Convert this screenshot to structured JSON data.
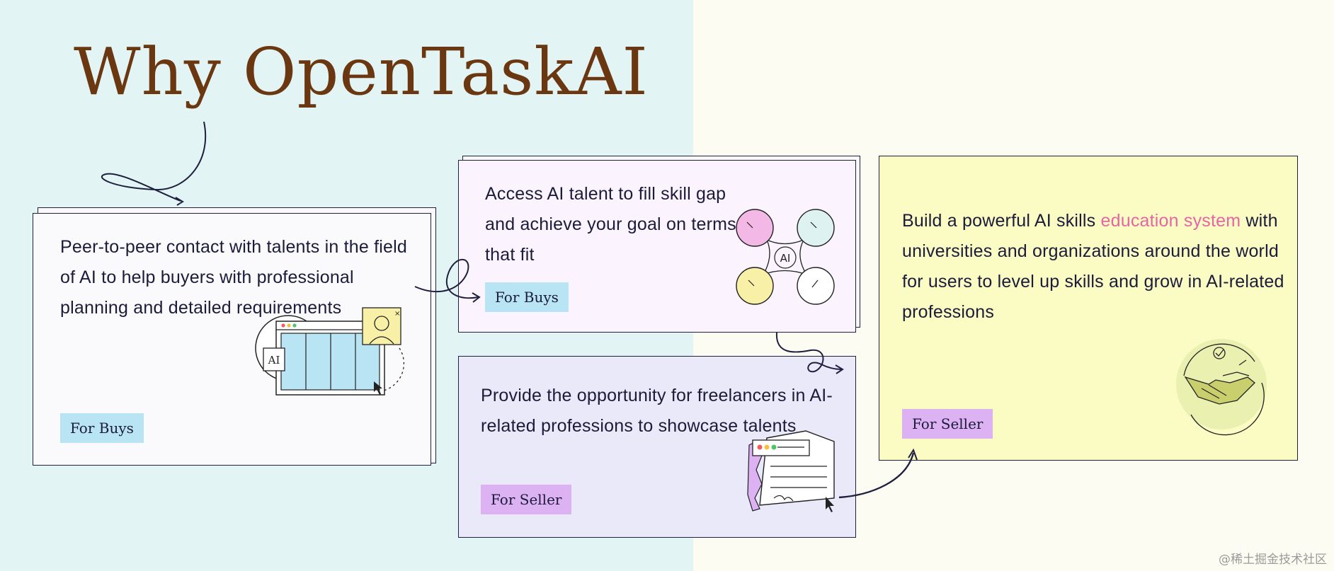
{
  "title": "Why OpenTaskAI",
  "cards": [
    {
      "id": "peer-to-peer",
      "text": "Peer-to-peer contact with talents in the field of AI to help buyers with professional planning and detailed requirements",
      "tag": "For Buys"
    },
    {
      "id": "access-talent",
      "text": "Access AI talent to fill skill gap and achieve your goal on terms that fit",
      "tag": "For Buys",
      "icon_label": "AI"
    },
    {
      "id": "freelancers",
      "text": "Provide the opportunity for freelancers in AI-related professions to showcase talents",
      "tag": "For Seller"
    },
    {
      "id": "education",
      "text_before": "Build a powerful AI skills ",
      "text_highlight": "education system",
      "text_after": " with universities and organizations around the world for users to level up skills and grow in AI-related professions",
      "tag": "For Seller"
    }
  ],
  "illustrations": {
    "browser_ai_label": "AI"
  },
  "watermark": "@稀土掘金技术社区",
  "colors": {
    "left_bg": "#e3f4f4",
    "right_bg": "#fdfcf3",
    "title": "#6a3711",
    "tag_blue": "#b8e4f4",
    "tag_purple": "#dcb2f3",
    "highlight": "#e665a4"
  }
}
